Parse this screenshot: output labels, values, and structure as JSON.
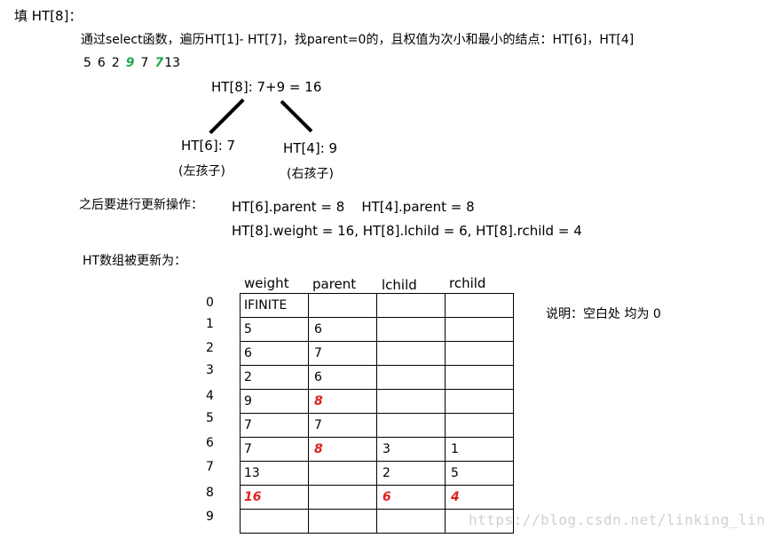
{
  "title": "填 HT[8]：",
  "intro": "通过select函数，遍历HT[1]- HT[7]，找parent=0的，且权值为次小和最小的结点：HT[6]，HT[4]",
  "weights": [
    {
      "v": "5",
      "style": "normal"
    },
    {
      "v": "6",
      "style": "normal"
    },
    {
      "v": "2",
      "style": "normal"
    },
    {
      "v": "9",
      "style": "green"
    },
    {
      "v": "7",
      "style": "normal"
    },
    {
      "v": "7",
      "style": "green"
    },
    {
      "v": "13",
      "style": "normal"
    }
  ],
  "tree": {
    "root": "HT[8]: 7+9 = 16",
    "left": "HT[6]: 7",
    "left_caption": "(左孩子)",
    "right": "HT[4]: 9",
    "right_caption": "(右孩子)"
  },
  "update_ops": {
    "label": "之后要进行更新操作：",
    "line1": "HT[6].parent = 8    HT[4].parent = 8",
    "line2": "HT[8].weight = 16, HT[8].lchild = 6, HT[8].rchild = 4"
  },
  "table_title": "HT数组被更新为：",
  "note": "说明：空白处 均为 0",
  "table": {
    "headers": [
      "weight",
      "parent",
      "lchild",
      "rchild"
    ],
    "rows": [
      {
        "index": "0",
        "cells": [
          {
            "v": "IFINITE"
          },
          {
            "v": ""
          },
          {
            "v": ""
          },
          {
            "v": ""
          }
        ]
      },
      {
        "index": "1",
        "cells": [
          {
            "v": "5"
          },
          {
            "v": "6"
          },
          {
            "v": ""
          },
          {
            "v": ""
          }
        ]
      },
      {
        "index": "2",
        "cells": [
          {
            "v": "6"
          },
          {
            "v": "7"
          },
          {
            "v": ""
          },
          {
            "v": ""
          }
        ]
      },
      {
        "index": "3",
        "cells": [
          {
            "v": "2"
          },
          {
            "v": "6"
          },
          {
            "v": ""
          },
          {
            "v": ""
          }
        ]
      },
      {
        "index": "4",
        "cells": [
          {
            "v": "9"
          },
          {
            "v": "8",
            "red": true
          },
          {
            "v": ""
          },
          {
            "v": ""
          }
        ]
      },
      {
        "index": "5",
        "cells": [
          {
            "v": "7"
          },
          {
            "v": "7"
          },
          {
            "v": ""
          },
          {
            "v": ""
          }
        ]
      },
      {
        "index": "6",
        "cells": [
          {
            "v": "7"
          },
          {
            "v": "8",
            "red": true
          },
          {
            "v": "3"
          },
          {
            "v": "1"
          }
        ]
      },
      {
        "index": "7",
        "cells": [
          {
            "v": "13"
          },
          {
            "v": ""
          },
          {
            "v": "2"
          },
          {
            "v": "5"
          }
        ]
      },
      {
        "index": "8",
        "cells": [
          {
            "v": "16",
            "red": true
          },
          {
            "v": ""
          },
          {
            "v": "6",
            "red": true
          },
          {
            "v": "4",
            "red": true
          }
        ]
      },
      {
        "index": "9",
        "cells": [
          {
            "v": ""
          },
          {
            "v": ""
          },
          {
            "v": ""
          },
          {
            "v": ""
          }
        ]
      }
    ]
  },
  "watermark": "https://blog.csdn.net/linking_lin"
}
